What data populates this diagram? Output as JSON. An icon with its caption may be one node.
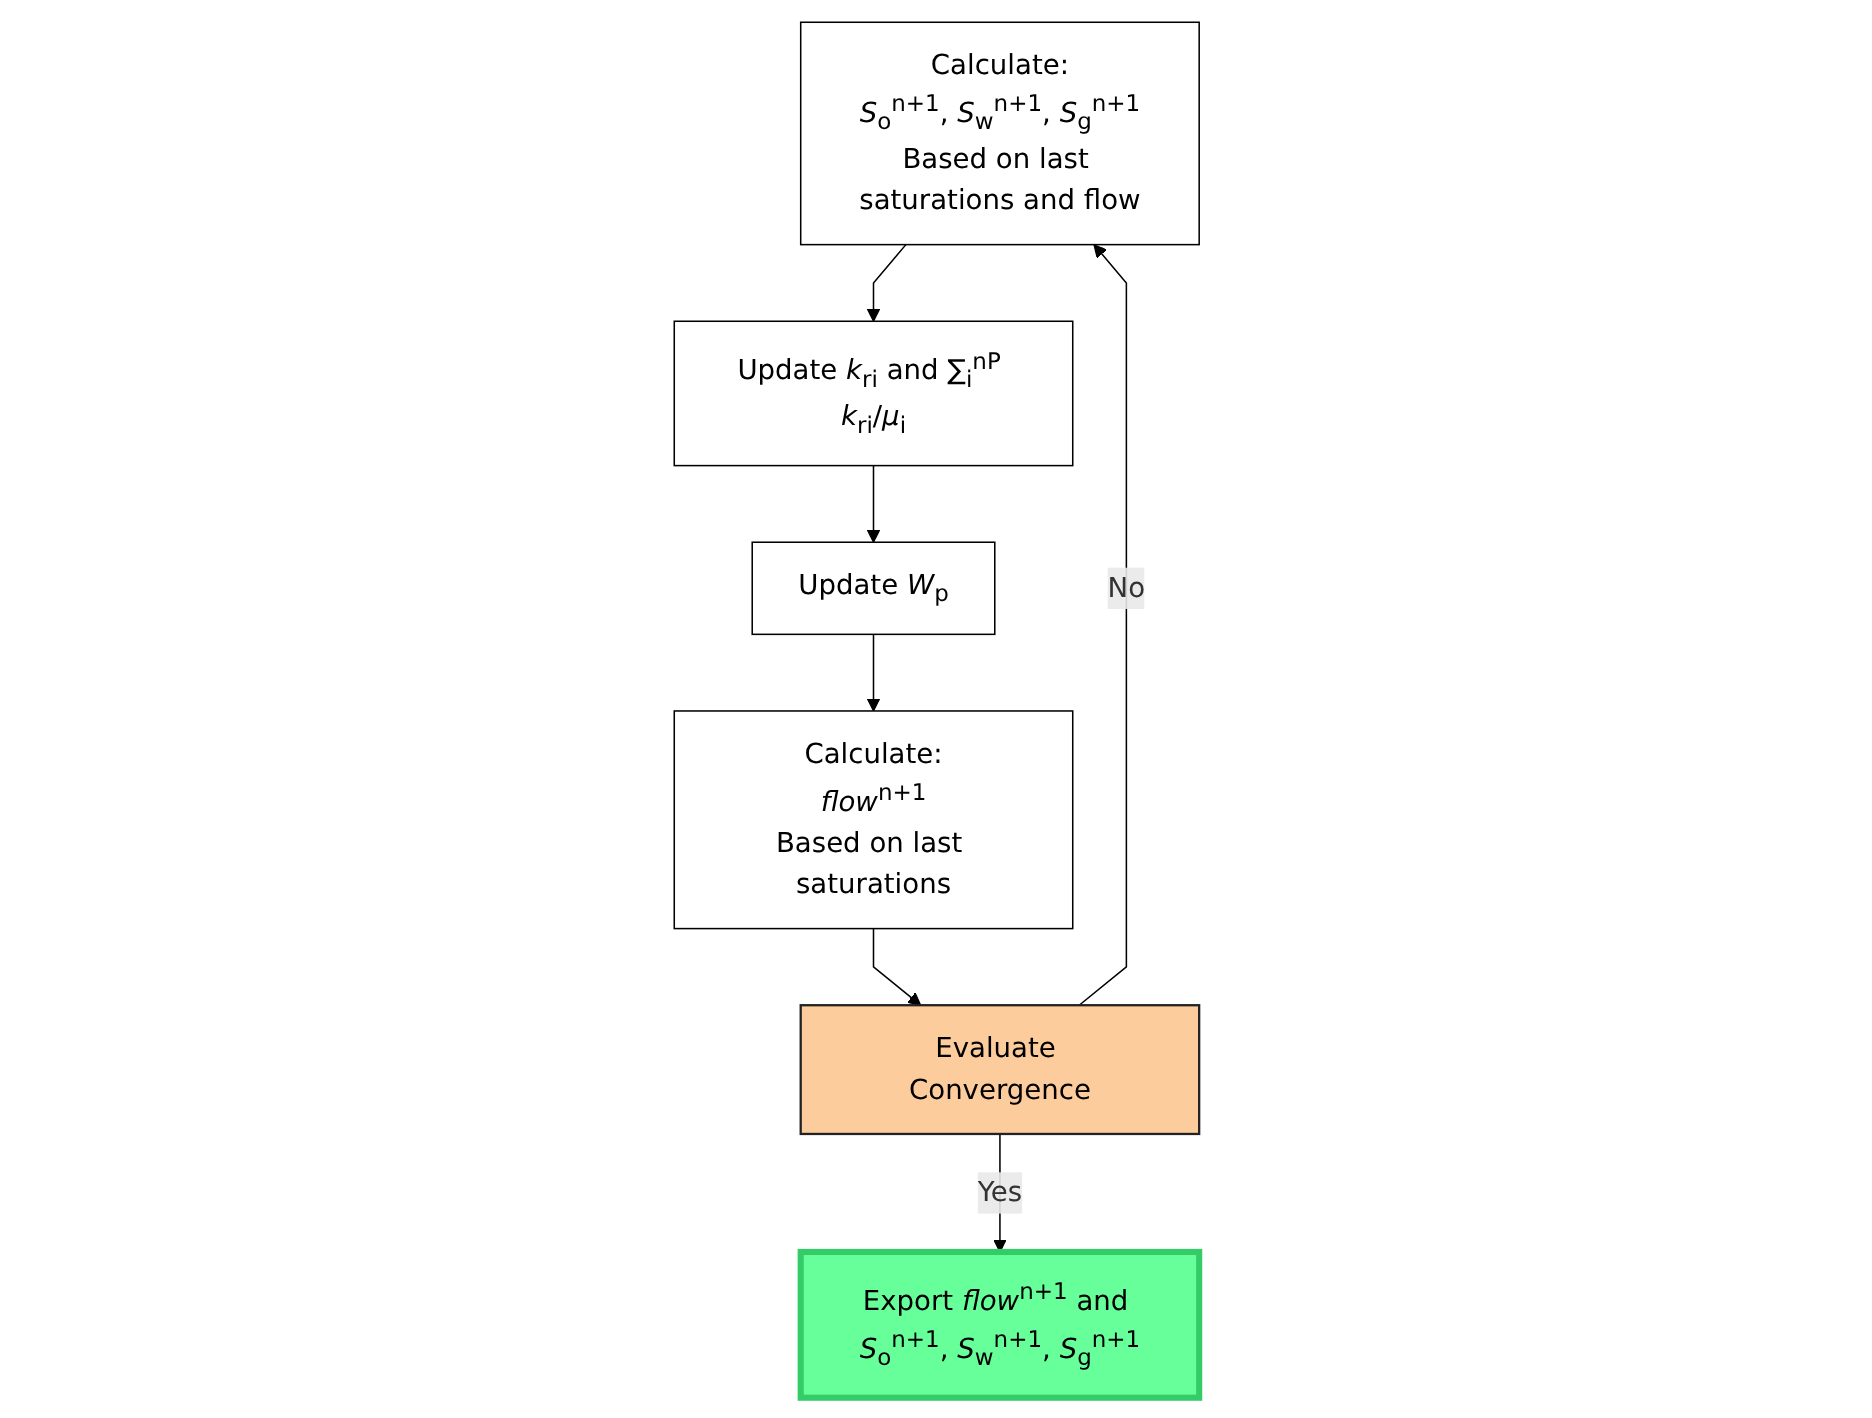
{
  "diagram": {
    "nodes": [
      {
        "text": [
          "Calculate:",
          "*S*$_{o}$$^{n+1}$, *S*$_{w}$$^{n+1}$, *S*$_{g}$$^{n+1}$",
          "Based on last saturations and flow"
        ]
      },
      {
        "text": [
          "Update *k*$_{ri}$ and ∑$_{i}$$^{nP}$ *k*$_{ri}$/*μ*$_{i}$"
        ]
      },
      {
        "text": [
          "Update *W*$_{p}$"
        ]
      },
      {
        "text": [
          "Calculate:",
          "*flow*$^{n+1}$",
          "Based on last saturations"
        ]
      },
      {
        "text": [
          "Evaluate Convergence"
        ]
      },
      {
        "text": [
          "Export *flow*$^{n+1}$ and *S*$_{o}$$^{n+1}$, *S*$_{w}$$^{n+1}$, *S*$_{g}$$^{n+1}$"
        ]
      }
    ],
    "edges": [
      {
        "from": 0,
        "to": 1,
        "arrow": "to"
      },
      {
        "from": 1,
        "to": 2,
        "arrow": "to"
      },
      {
        "from": 2,
        "to": 3,
        "arrow": "to"
      },
      {
        "from": 3,
        "to": 4,
        "arrow": "to"
      },
      {
        "from": 4,
        "to": 0,
        "arrow": "to",
        "label": "No"
      },
      {
        "from": 4,
        "to": 5,
        "arrow": "to",
        "label": "Yes"
      }
    ]
  }
}
